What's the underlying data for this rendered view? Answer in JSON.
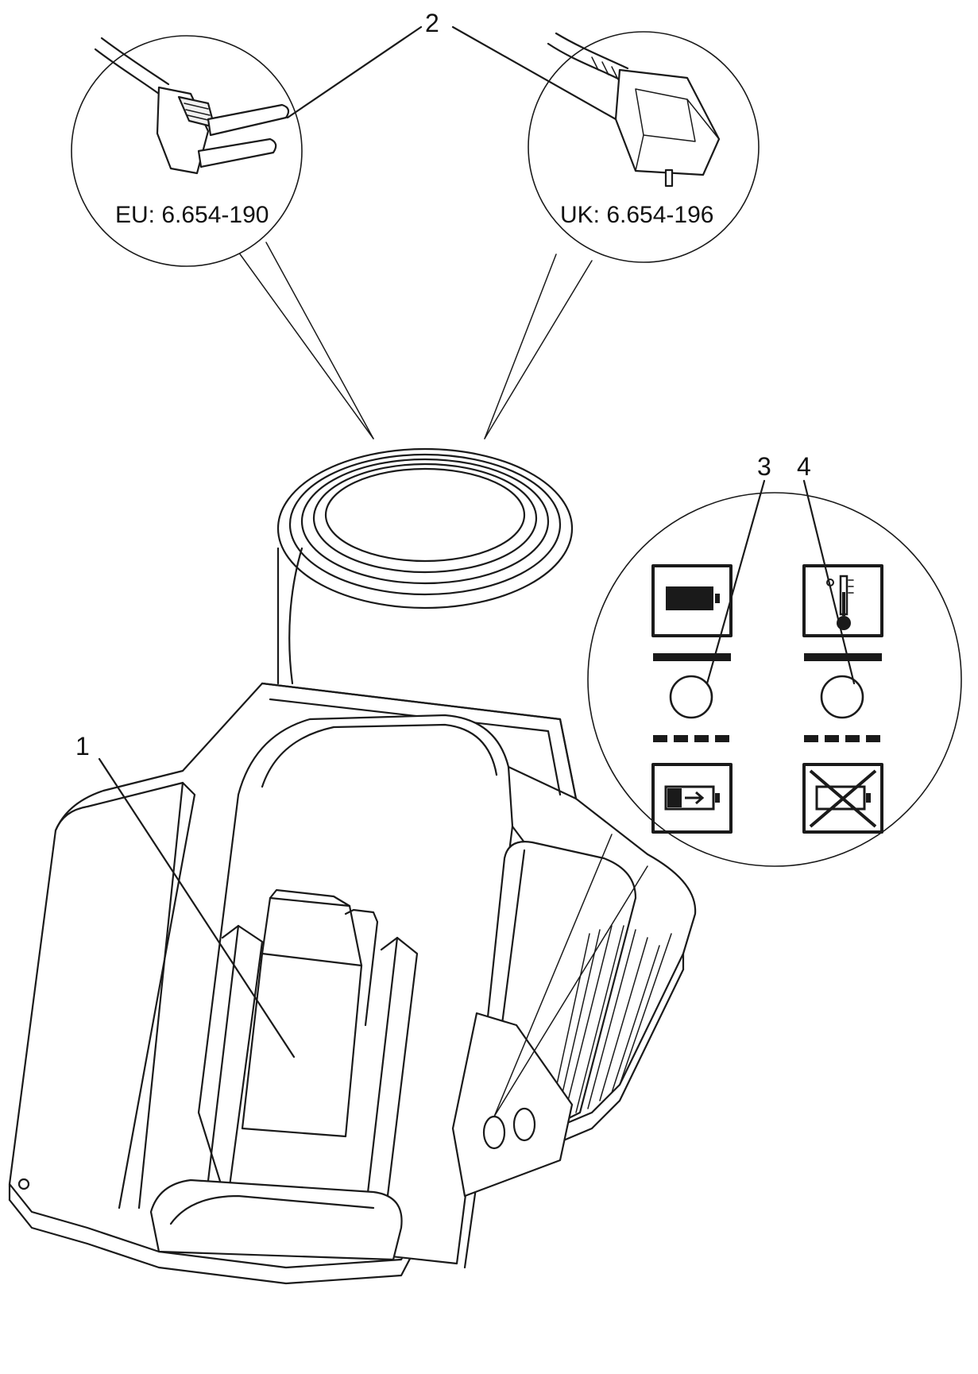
{
  "callouts": {
    "battery_slot": "1",
    "power_cable": "2",
    "charge_led": "3",
    "temperature_led": "4"
  },
  "plugs": {
    "eu_label": "EU: 6.654-190",
    "uk_label": "UK: 6.654-196"
  },
  "colors": {
    "line": "#1a1a1a",
    "background": "#ffffff"
  }
}
